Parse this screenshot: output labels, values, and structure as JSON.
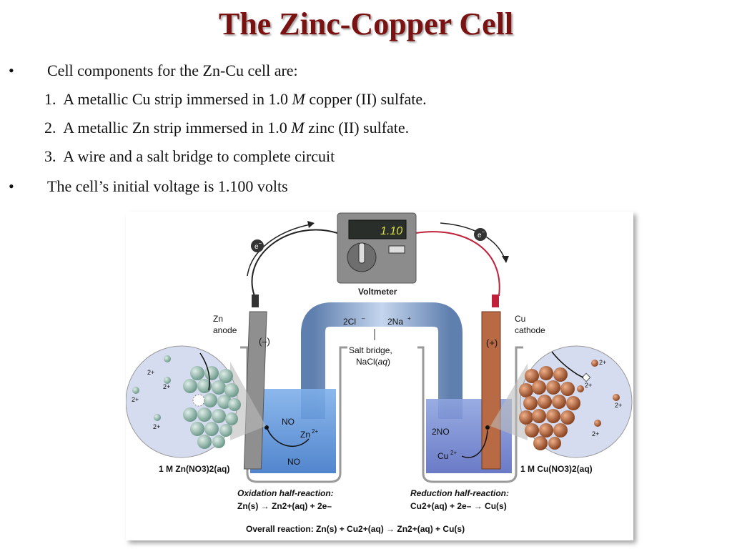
{
  "title": "The Zinc-Copper Cell",
  "bullets": [
    {
      "bullet": "•",
      "text": "Cell components for the Zn-Cu cell are:"
    },
    {
      "num": "1.",
      "pre": "A metallic Cu strip immersed in 1.0 ",
      "italic": "M",
      "post": " copper (II) sulfate."
    },
    {
      "num": "2.",
      "pre": "A metallic Zn strip immersed in 1.0 ",
      "italic": "M",
      "post": " zinc (II) sulfate."
    },
    {
      "num": "3.",
      "pre": "A wire and a salt bridge to complete circuit"
    },
    {
      "bullet": "•",
      "text": "The cell’s initial voltage is 1.100 volts"
    }
  ],
  "figure": {
    "voltmeter_reading": "1.10",
    "voltmeter_label": "Voltmeter",
    "electron_label": "e",
    "electron_sup": "–",
    "zn_label": "Zn",
    "anode_label": "anode",
    "cu_label": "Cu",
    "cathode_label": "cathode",
    "minus_sign": "(–)",
    "plus_sign": "(+)",
    "bridge_cl": "2Cl",
    "bridge_cl_sup": "–",
    "bridge_na": "2Na",
    "bridge_na_sup": "+",
    "salt_bridge_line1": "Salt bridge,",
    "salt_bridge_line2_pre": "NaCl(",
    "salt_bridge_line2_it": "aq",
    "salt_bridge_line2_post": ")",
    "no3_left_top": "NO",
    "no3_left_bottom": "NO",
    "zn2_label": "Zn",
    "zn2_sup": "2+",
    "no3_right": "2NO",
    "cu2_label": "Cu",
    "cu2_sup": "2+",
    "two_plus": "2+",
    "left_solution": "1 M Zn(NO3)2(aq)",
    "right_solution": "1 M Cu(NO3)2(aq)",
    "oxidation_title": "Oxidation half-reaction:",
    "oxidation_eq": "Zn(s) → Zn2+(aq) + 2e–",
    "reduction_title": "Reduction half-reaction:",
    "reduction_eq": "Cu2+(aq) + 2e– → Cu(s)",
    "overall": "Overall reaction: Zn(s) + Cu2+(aq) → Zn2+(aq) + Cu(s)"
  },
  "colors": {
    "title": "#7a1212",
    "solution_left": "#5b8fd8",
    "solution_right": "#6f86d0",
    "zinc": "#9a9a9a",
    "copper": "#b86a45",
    "bridge": "#7f9fc8"
  }
}
